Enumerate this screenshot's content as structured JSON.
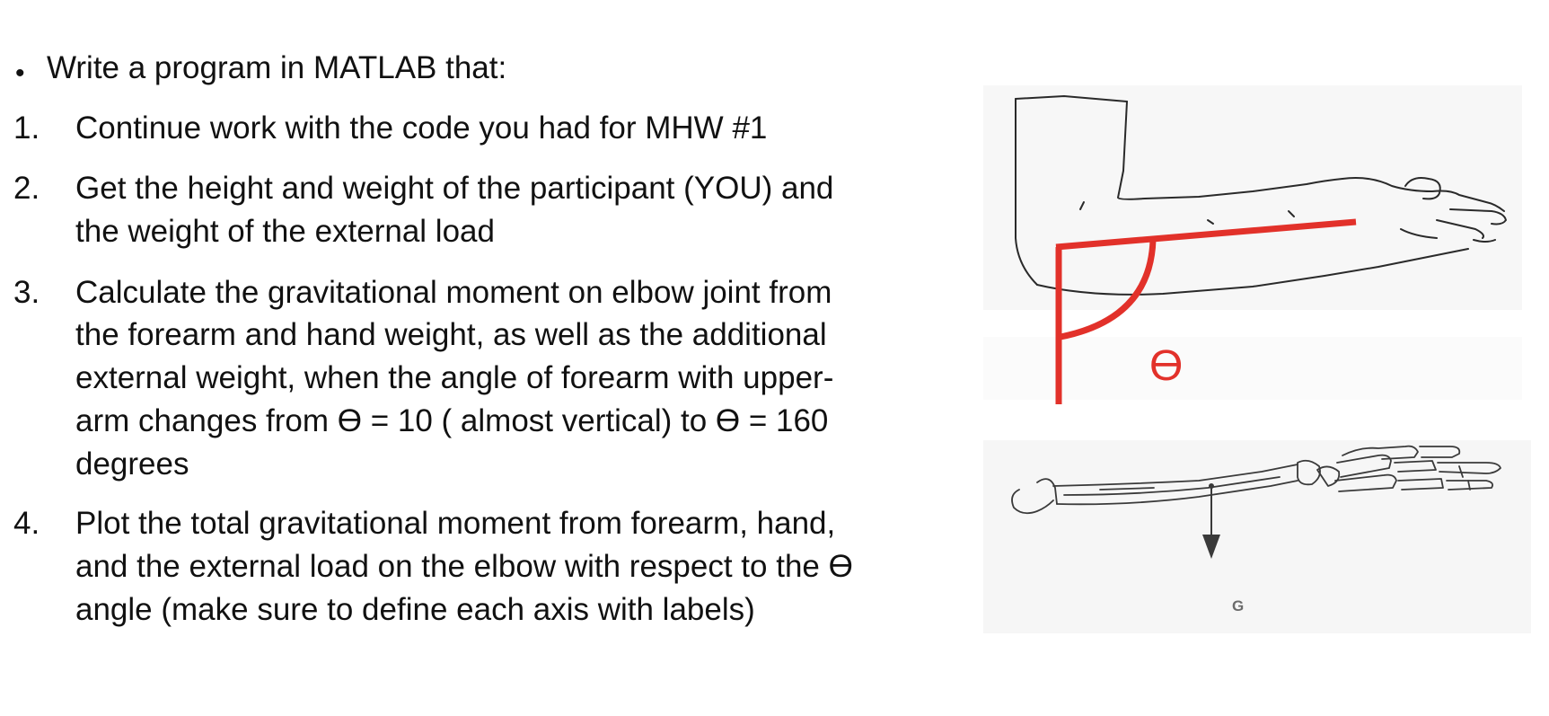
{
  "intro": {
    "bullet": "•",
    "text": "Write a program in MATLAB that:"
  },
  "steps": [
    {
      "number": "1.",
      "lines": [
        "Continue work with the code you had for MHW #1"
      ]
    },
    {
      "number": "2.",
      "lines": [
        "Get the height and weight of the participant (YOU) and",
        "the weight of the external load"
      ]
    },
    {
      "number": "3.",
      "lines": [
        "Calculate the gravitational moment on elbow joint from",
        "the forearm and hand weight, as well as the additional",
        "external weight, when the angle of forearm with upper-",
        "arm changes from ϴ = 10 ( almost vertical) to ϴ = 160",
        "degrees"
      ]
    },
    {
      "number": "4.",
      "lines": [
        "Plot the total gravitational moment from forearm, hand,",
        "and the external load on the elbow with respect to the ϴ",
        "angle (make sure to define each axis with labels)"
      ]
    }
  ],
  "figure": {
    "theta_label": "ϴ",
    "gravity_label": "G",
    "accent_color": "#e2312a",
    "sketch_color": "#2a2a2a",
    "icons": [
      "arm-sketch-icon",
      "forearm-skeleton-icon",
      "gravity-arrow-icon"
    ]
  }
}
